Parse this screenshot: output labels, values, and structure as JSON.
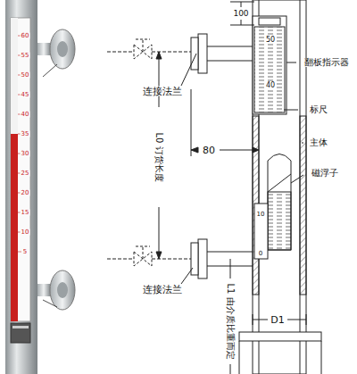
{
  "diagram": {
    "labels": [
      "100",
      "翻板指示器",
      "连接法兰",
      "80",
      "标尺",
      "主体",
      "L0 订货长度",
      "磁浮子",
      "连接法兰",
      "L1 由介质比重而定",
      "D1",
      "50",
      "40",
      "10",
      "0",
      "60",
      "55",
      "50",
      "45",
      "40",
      "35",
      "30",
      "25",
      "20",
      "15",
      "10",
      "5"
    ]
  }
}
